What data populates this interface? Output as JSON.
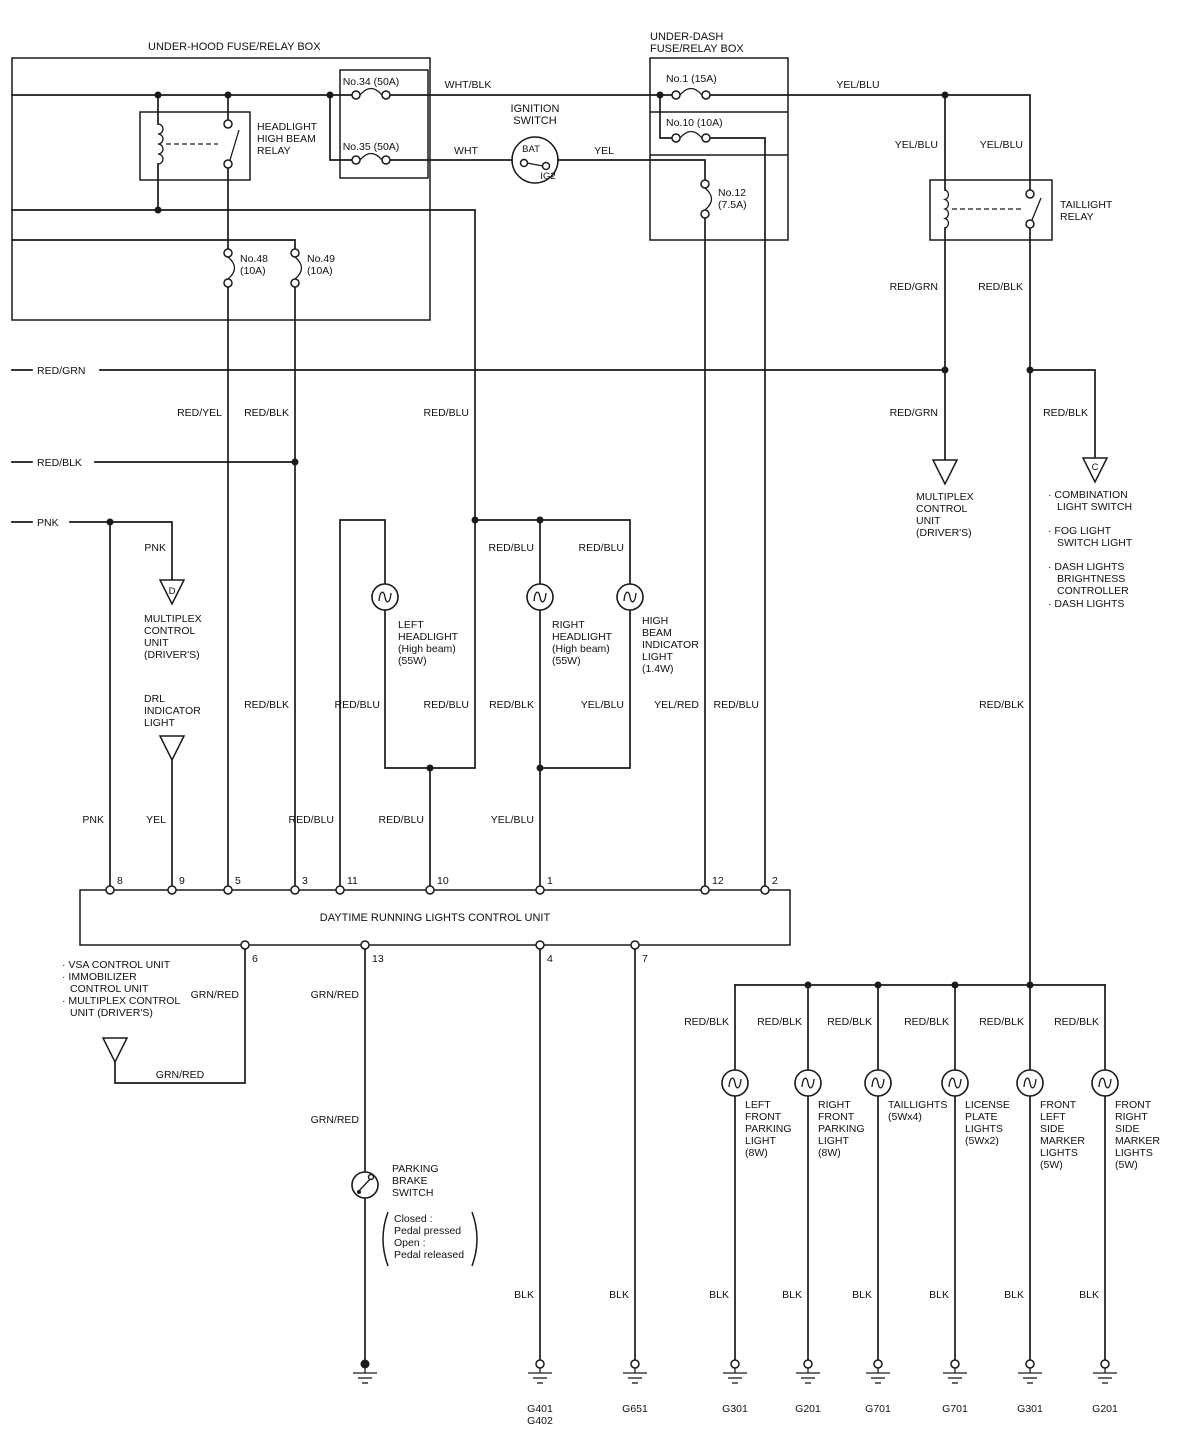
{
  "diagram": {
    "under_hood": {
      "title": "UNDER-HOOD FUSE/RELAY BOX",
      "fuse_34": "No.34 (50A)",
      "fuse_35": "No.35 (50A)",
      "fuse_48": [
        "No.48",
        "(10A)"
      ],
      "fuse_49": [
        "No.49",
        "(10A)"
      ],
      "relay_label": [
        "HEADLIGHT",
        "HIGH BEAM",
        "RELAY"
      ]
    },
    "ignition": {
      "title": [
        "IGNITION",
        "SWITCH"
      ],
      "bat": "BAT",
      "ig2": "IG2"
    },
    "under_dash": {
      "title": [
        "UNDER-DASH",
        "FUSE/RELAY BOX"
      ],
      "fuse_1": "No.1 (15A)",
      "fuse_10": "No.10 (10A)",
      "fuse_12": [
        "No.12",
        "(7.5A)"
      ]
    },
    "taillight_relay_label": [
      "TAILLIGHT",
      "RELAY"
    ],
    "drl_unit": {
      "title": "DAYTIME RUNNING LIGHTS CONTROL UNIT",
      "pins_top": [
        "8",
        "9",
        "5",
        "3",
        "11",
        "10",
        "1",
        "12",
        "2"
      ],
      "pins_bottom": [
        "6",
        "13",
        "4",
        "7"
      ]
    },
    "connectors": {
      "d": "D",
      "c": "C",
      "mux_left": [
        "MULTIPLEX",
        "CONTROL",
        "UNIT",
        "(DRIVER'S)"
      ],
      "drl_ind": [
        "DRL",
        "INDICATOR",
        "LIGHT"
      ],
      "mux_right": [
        "MULTIPLEX",
        "CONTROL",
        "UNIT",
        "(DRIVER'S)"
      ],
      "right_list": [
        "· COMBINATION",
        "LIGHT SWITCH",
        "· FOG LIGHT",
        "SWITCH LIGHT",
        "· DASH LIGHTS",
        "BRIGHTNESS",
        "CONTROLLER",
        "· DASH LIGHTS"
      ],
      "left_list": [
        "· VSA CONTROL UNIT",
        "· IMMOBILIZER",
        "CONTROL UNIT",
        "· MULTIPLEX CONTROL",
        "UNIT (DRIVER'S)"
      ]
    },
    "bulbs": {
      "left_hl": [
        "LEFT",
        "HEADLIGHT",
        "(High beam)",
        "(55W)"
      ],
      "right_hl": [
        "RIGHT",
        "HEADLIGHT",
        "(High beam)",
        "(55W)"
      ],
      "hb_ind": [
        "HIGH",
        "BEAM",
        "INDICATOR",
        "LIGHT",
        "(1.4W)"
      ]
    },
    "brake": {
      "label": [
        "PARKING",
        "BRAKE",
        "SWITCH"
      ],
      "note": [
        "Closed :",
        "Pedal pressed",
        "Open :",
        "Pedal released"
      ]
    },
    "lamps": [
      [
        "LEFT",
        "FRONT",
        "PARKING",
        "LIGHT",
        "(8W)"
      ],
      [
        "RIGHT",
        "FRONT",
        "PARKING",
        "LIGHT",
        "(8W)"
      ],
      [
        "TAILLIGHTS",
        "(5Wx4)"
      ],
      [
        "LICENSE",
        "PLATE",
        "LIGHTS",
        "(5Wx2)"
      ],
      [
        "FRONT",
        "LEFT",
        "SIDE",
        "MARKER",
        "LIGHTS",
        "(5W)"
      ],
      [
        "FRONT",
        "RIGHT",
        "SIDE",
        "MARKER",
        "LIGHTS",
        "(5W)"
      ]
    ],
    "grounds": {
      "g401": [
        "G401",
        "G402"
      ],
      "g651": "G651",
      "codes": [
        "G301",
        "G201",
        "G701",
        "G701",
        "G301",
        "G201"
      ]
    },
    "wire_labels": {
      "wht_blk": "WHT/BLK",
      "wht": "WHT",
      "yel": "YEL",
      "yel_blu_main": "YEL/BLU",
      "yel_blu_coil": "YEL/BLU",
      "yel_blu_cont": "YEL/BLU",
      "red_grn_out": "RED/GRN",
      "red_blk_out": "RED/BLK",
      "red_grn_in": "RED/GRN",
      "red_blk_in": "RED/BLK",
      "pnk_in": "PNK",
      "red_yel": "RED/YEL",
      "red_blk_f49": "RED/BLK",
      "red_blu_feed": "RED/BLU",
      "red_grn_mux": "RED/GRN",
      "red_blk_c": "RED/BLK",
      "pnk_d": "PNK",
      "red_blu_rh_top": "RED/BLU",
      "red_blu_ind_top": "RED/BLU",
      "red_blk_p3": "RED/BLK",
      "red_blu_lh_low": "RED/BLU",
      "red_blu_link": "RED/BLU",
      "red_blk_rh_low": "RED/BLK",
      "yel_blu_ind": "YEL/BLU",
      "yel_red": "YEL/RED",
      "red_blu_p2": "RED/BLU",
      "red_blk_tail": "RED/BLK",
      "pnk_p8": "PNK",
      "yel_p9": "YEL",
      "red_blu_p11": "RED/BLU",
      "red_blu_p10": "RED/BLU",
      "yel_blu_p1": "YEL/BLU",
      "grn_red_p6": "GRN/RED",
      "grn_red_p13": "GRN/RED",
      "grn_red_h": "GRN/RED",
      "grn_red_brk": "GRN/RED",
      "red_blk_lamp": [
        "RED/BLK",
        "RED/BLK",
        "RED/BLK",
        "RED/BLK",
        "RED/BLK",
        "RED/BLK"
      ],
      "blk": [
        "BLK",
        "BLK",
        "BLK",
        "BLK",
        "BLK",
        "BLK",
        "BLK",
        "BLK"
      ]
    }
  }
}
